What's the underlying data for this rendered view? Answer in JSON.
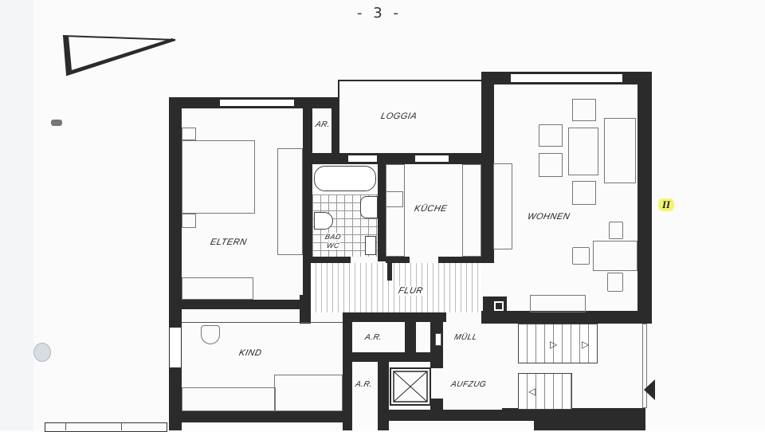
{
  "page": {
    "page_number": "- 3 -",
    "level_marker": "II",
    "marker_highlight_color": "#f4f470"
  },
  "rooms": {
    "loggia": "LOGGIA",
    "abstellraum_top": "AR.",
    "eltern": "ELTERN",
    "bad_wc_line1": "BAD",
    "bad_wc_line2": "WC",
    "kueche": "KÜCHE",
    "wohnen": "WOHNEN",
    "flur": "FLUR",
    "kind": "KIND",
    "abstellraum_1": "A.R.",
    "abstellraum_2": "A.R.",
    "muell": "MÜLL",
    "aufzug": "AUFZUG"
  },
  "symbols": {
    "north_arrow": "triangle-north-arrow",
    "entry_arrow": "entry-triangle",
    "elevator": "elevator-cross-box",
    "stair_arrows": [
      "up-arrow",
      "up-arrow",
      "down-arrow"
    ]
  }
}
